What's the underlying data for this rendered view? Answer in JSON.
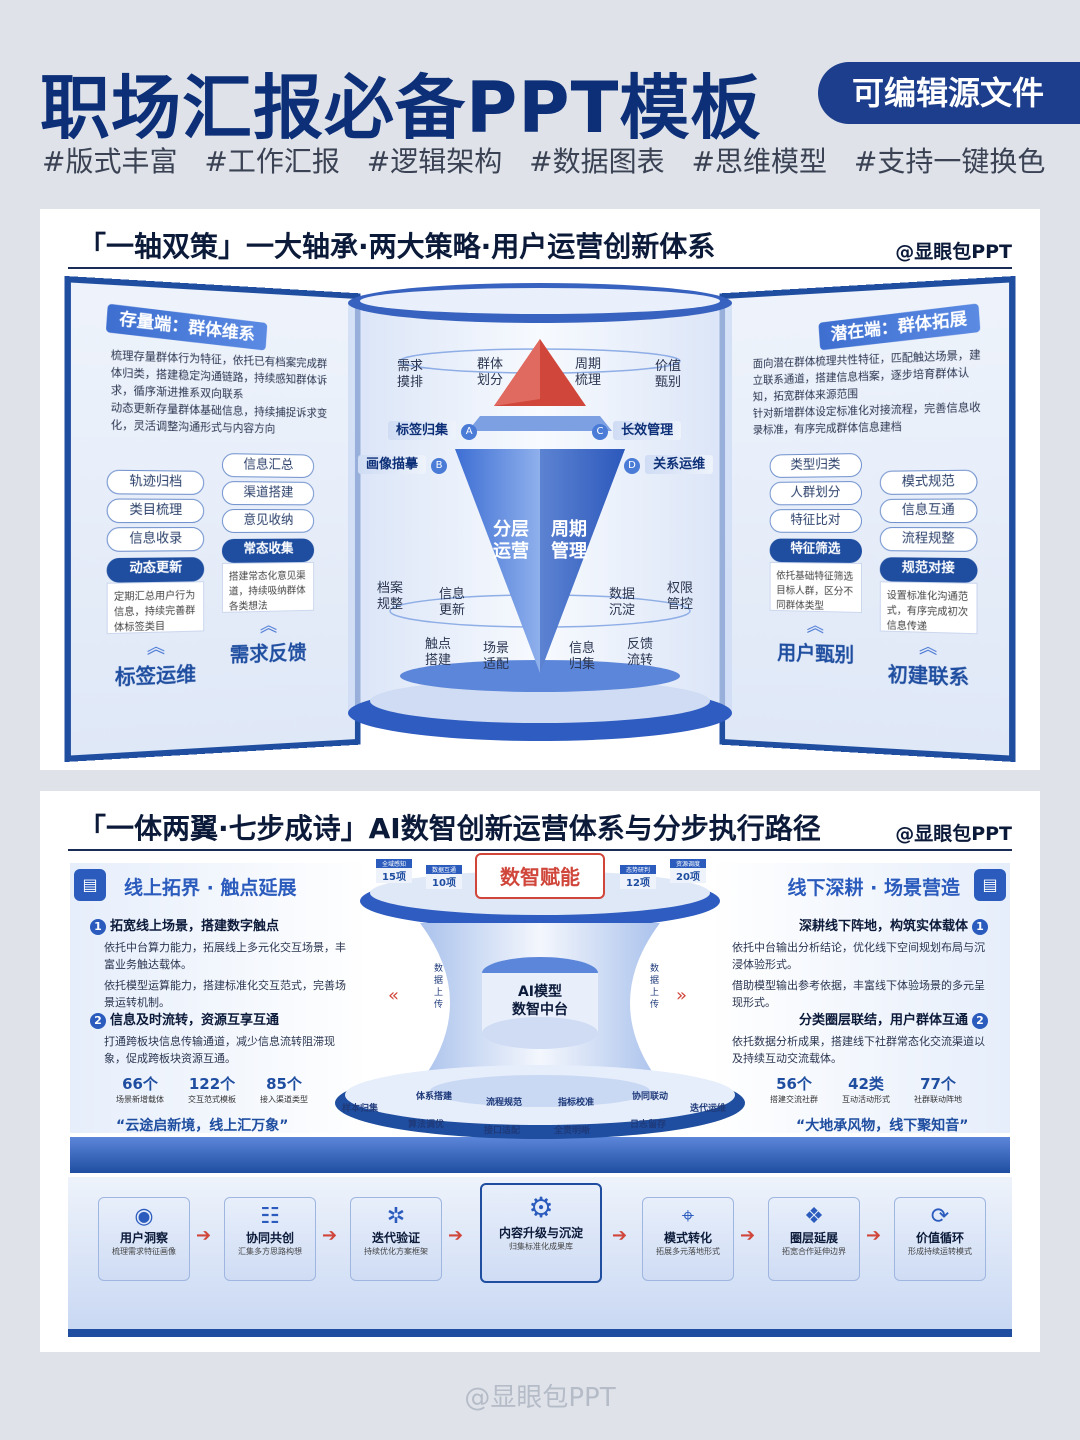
{
  "header": {
    "title": "职场汇报必备PPT模板",
    "badge": "可编辑源文件",
    "tags": [
      "#版式丰富",
      "#工作汇报",
      "#逻辑架构",
      "#数据图表",
      "#思维模型",
      "#支持一键换色"
    ]
  },
  "card1": {
    "title": "「一轴双策」一大轴承·两大策略·用户运营创新体系",
    "author": "@显眼包PPT",
    "left": {
      "ribbon": "存量端：群体维系",
      "bullets": [
        "梳理存量群体行为特征，依托已有档案完成群体归类，搭建稳定沟通链路，持续感知群体诉求，循序渐进推系双向联系",
        "动态更新存量群体基础信息，持续捕捉诉求变化，灵活调整沟通形式与内容方向"
      ],
      "col1": {
        "pills": [
          "轨迹归档",
          "类目梳理",
          "信息收录"
        ],
        "dark": "动态更新",
        "desc": "定期汇总用户行为信息，持续完善群体标签类目",
        "label": "标签运维"
      },
      "col2": {
        "pills": [
          "信息汇总",
          "渠道搭建",
          "意见收纳"
        ],
        "dark": "常态收集",
        "desc": "搭建常态化意见渠道，持续吸纳群体各类想法",
        "label": "需求反馈"
      }
    },
    "right": {
      "ribbon": "潜在端：群体拓展",
      "bullets": [
        "面向潜在群体梳理共性特征，匹配触达场景，建立联系通道，搭建信息档案，逐步培育群体认知，拓宽群体来源范围",
        "针对新增群体设定标准化对接流程，完善信息收录标准，有序完成群体信息建档"
      ],
      "col1": {
        "pills": [
          "类型归类",
          "人群划分",
          "特征比对"
        ],
        "dark": "特征筛选",
        "desc": "依托基础特征筛选目标人群，区分不同群体类型",
        "label": "用户甄别"
      },
      "col2": {
        "pills": [
          "模式规范",
          "信息互通",
          "流程规整"
        ],
        "dark": "规范对接",
        "desc": "设置标准化沟通范式，有序完成初次信息传递",
        "label": "初建联系"
      }
    },
    "center": {
      "top_labels": [
        "需求\n摸排",
        "群体\n划分",
        "周期\n梳理",
        "价值\n甄别"
      ],
      "tags": [
        {
          "text": "标签归集",
          "letter": "A"
        },
        {
          "text": "长效管理",
          "letter": "C"
        },
        {
          "text": "画像描摹",
          "letter": "B"
        },
        {
          "text": "关系运维",
          "letter": "D"
        }
      ],
      "core_left": "分层\n运营",
      "core_right": "周期\n管理",
      "mid_labels": [
        "档案\n规整",
        "信息\n更新",
        "数据\n沉淀",
        "权限\n管控"
      ],
      "bottom_labels": [
        "触点\n搭建",
        "场景\n适配",
        "信息\n归集",
        "反馈\n流转"
      ]
    }
  },
  "card2": {
    "title": "「一体两翼·七步成诗」AI数智创新运营体系与分步执行路径",
    "author": "@显眼包PPT",
    "left": {
      "head": "线上拓界 · 触点延展",
      "items": [
        {
          "num": "1",
          "title": "拓宽线上场景，搭建数字触点",
          "bullets": [
            "依托中台算力能力，拓展线上多元化交互场景，丰富业务触达载体。",
            "依托模型运算能力，搭建标准化交互范式，完善场景运转机制。"
          ]
        },
        {
          "num": "2",
          "title": "信息及时流转，资源互享互通",
          "bullets": [
            "打通跨板块信息传输通道，减少信息流转阻滞现象，促成跨板块资源互通。"
          ]
        }
      ],
      "stats": [
        {
          "value": "66个",
          "label": "场景新增载体"
        },
        {
          "value": "122个",
          "label": "交互范式模板"
        },
        {
          "value": "85个",
          "label": "接入渠道类型"
        }
      ],
      "slogan": "“云途启新境，线上汇万象”"
    },
    "right": {
      "head": "线下深耕 · 场景营造",
      "items": [
        {
          "num": "1",
          "title": "深耕线下阵地，构筑实体载体",
          "bullets": [
            "依托中台输出分析结论，优化线下空间规划布局与沉浸体验形式。",
            "借助模型输出参考依据，丰富线下体验场景的多元呈现形式。"
          ]
        },
        {
          "num": "2",
          "title": "分类圈层联结，用户群体互通",
          "bullets": [
            "依托数据分析成果，搭建线下社群常态化交流渠道以及持续互动交流载体。"
          ]
        }
      ],
      "stats": [
        {
          "value": "56个",
          "label": "搭建交流社群"
        },
        {
          "value": "42类",
          "label": "互动活动形式"
        },
        {
          "value": "77个",
          "label": "社群联动阵地"
        }
      ],
      "slogan": "“大地承风物，线下聚知音”"
    },
    "center": {
      "top_badge": "数智赋能",
      "top_stats": [
        {
          "tag": "全域感知",
          "value": "15项"
        },
        {
          "tag": "数据互通",
          "value": "10项"
        },
        {
          "tag": "态势研判",
          "value": "12项"
        },
        {
          "tag": "资源调度",
          "value": "20项"
        }
      ],
      "core": "AI模型\n数智中台",
      "side_text": "数\n据\n上\n传",
      "ring_labels": [
        "样本归集",
        "体系搭建",
        "流程规范",
        "指标校准",
        "协同联动",
        "迭代运维",
        "算法调优",
        "接口适配",
        "全责明晰",
        "日志留存"
      ]
    },
    "steps": [
      {
        "title": "用户洞察",
        "sub": "梳理需求特征画像"
      },
      {
        "title": "协同共创",
        "sub": "汇集多方思路构想"
      },
      {
        "title": "迭代验证",
        "sub": "持续优化方案框架"
      },
      {
        "title": "内容升级与沉淀",
        "sub": "归集标准化成果库"
      },
      {
        "title": "模式转化",
        "sub": "拓展多元落地形式"
      },
      {
        "title": "圈层延展",
        "sub": "拓宽合作延伸边界"
      },
      {
        "title": "价值循环",
        "sub": "形成持续运转模式"
      }
    ]
  },
  "watermark": "@显眼包PPT",
  "colors": {
    "primary": "#1f4ea0",
    "accent_red": "#d0463b",
    "navy": "#0c2f78"
  }
}
